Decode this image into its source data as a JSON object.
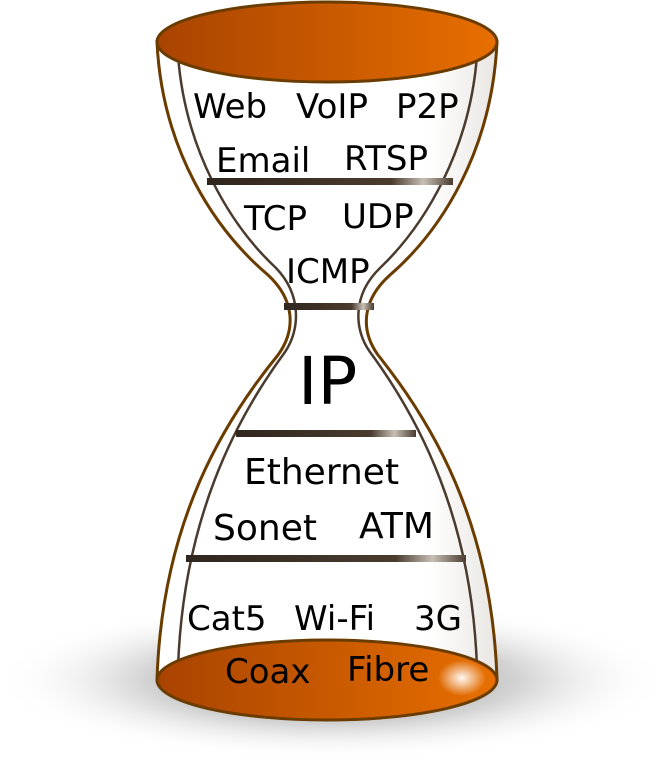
{
  "colors": {
    "orange_dark": "#a84300",
    "orange_light": "#e86f00",
    "outline_brown": "#6b3c00",
    "band_dark": "#3a2e24",
    "shadow": "#8a8a8a"
  },
  "layers": {
    "application": {
      "row1": [
        "Web",
        "VoIP",
        "P2P"
      ],
      "row2": [
        "Email",
        "RTSP"
      ]
    },
    "transport": {
      "row1": [
        "TCP",
        "UDP"
      ],
      "row2": [
        "ICMP"
      ]
    },
    "network": {
      "label": "IP"
    },
    "link": {
      "row1": [
        "Ethernet"
      ],
      "row2": [
        "Sonet",
        "ATM"
      ]
    },
    "physical": {
      "row1": [
        "Cat5",
        "Wi-Fi",
        "3G"
      ],
      "row2": [
        "Coax",
        "Fibre"
      ]
    }
  }
}
